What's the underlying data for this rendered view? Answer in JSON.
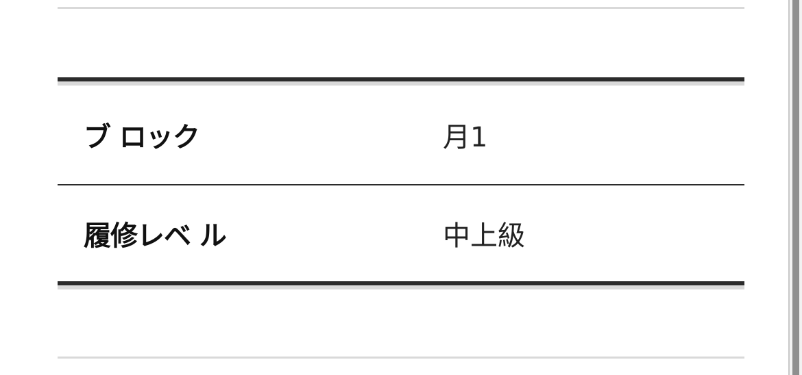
{
  "table": {
    "rows": [
      {
        "label": "ブ ロック",
        "value": "月1"
      },
      {
        "label": "履修レベ ル",
        "value": "中上級"
      }
    ]
  },
  "colors": {
    "heavy_rule": "#2b2b2b",
    "light_rule": "#d9d9d9",
    "text": "#111111",
    "scrollbar_thumb": "#8f8f8f"
  }
}
